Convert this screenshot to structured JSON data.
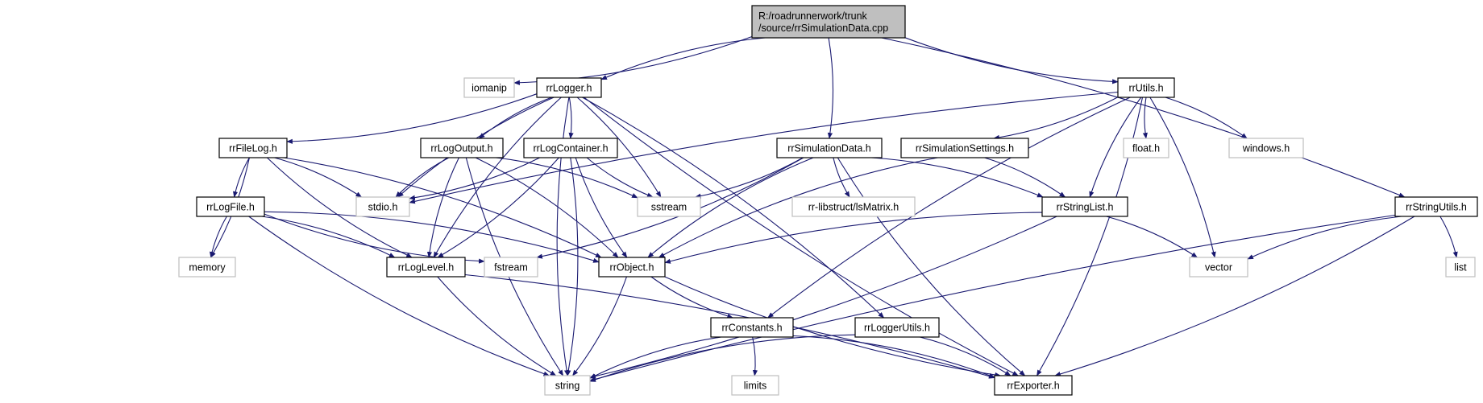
{
  "diagram": {
    "type": "include-dependency-graph",
    "edge_color": "#191970",
    "root_fill": "#bfbfbf",
    "node_border": "#000000",
    "system_border": "#bfbfbf",
    "nodes": [
      {
        "id": "root",
        "kind": "root",
        "lines": [
          "R:/roadrunnerwork/trunk",
          "/source/rrSimulationData.cpp"
        ]
      },
      {
        "id": "iomanip",
        "kind": "sys",
        "lines": [
          "iomanip"
        ]
      },
      {
        "id": "rrLogger",
        "kind": "proj",
        "lines": [
          "rrLogger.h"
        ]
      },
      {
        "id": "rrUtils",
        "kind": "proj",
        "lines": [
          "rrUtils.h"
        ]
      },
      {
        "id": "rrFileLog",
        "kind": "proj",
        "lines": [
          "rrFileLog.h"
        ]
      },
      {
        "id": "rrLogOutput",
        "kind": "proj",
        "lines": [
          "rrLogOutput.h"
        ]
      },
      {
        "id": "rrLogContainer",
        "kind": "proj",
        "lines": [
          "rrLogContainer.h"
        ]
      },
      {
        "id": "rrSimulationData",
        "kind": "proj",
        "lines": [
          "rrSimulationData.h"
        ]
      },
      {
        "id": "rrSimulationSettings",
        "kind": "proj",
        "lines": [
          "rrSimulationSettings.h"
        ]
      },
      {
        "id": "float",
        "kind": "sys",
        "lines": [
          "float.h"
        ]
      },
      {
        "id": "windows",
        "kind": "sys",
        "lines": [
          "windows.h"
        ]
      },
      {
        "id": "rrLogFile",
        "kind": "proj",
        "lines": [
          "rrLogFile.h"
        ]
      },
      {
        "id": "stdio",
        "kind": "sys",
        "lines": [
          "stdio.h"
        ]
      },
      {
        "id": "sstream",
        "kind": "sys",
        "lines": [
          "sstream"
        ]
      },
      {
        "id": "lsMatrix",
        "kind": "sys",
        "lines": [
          "rr-libstruct/lsMatrix.h"
        ]
      },
      {
        "id": "rrStringList",
        "kind": "proj",
        "lines": [
          "rrStringList.h"
        ]
      },
      {
        "id": "rrStringUtils",
        "kind": "proj",
        "lines": [
          "rrStringUtils.h"
        ]
      },
      {
        "id": "memory",
        "kind": "sys",
        "lines": [
          "memory"
        ]
      },
      {
        "id": "rrLogLevel",
        "kind": "proj",
        "lines": [
          "rrLogLevel.h"
        ]
      },
      {
        "id": "fstream",
        "kind": "sys",
        "lines": [
          "fstream"
        ]
      },
      {
        "id": "rrObject",
        "kind": "proj",
        "lines": [
          "rrObject.h"
        ]
      },
      {
        "id": "vector",
        "kind": "sys",
        "lines": [
          "vector"
        ]
      },
      {
        "id": "list",
        "kind": "sys",
        "lines": [
          "list"
        ]
      },
      {
        "id": "rrConstants",
        "kind": "proj",
        "lines": [
          "rrConstants.h"
        ]
      },
      {
        "id": "rrLoggerUtils",
        "kind": "proj",
        "lines": [
          "rrLoggerUtils.h"
        ]
      },
      {
        "id": "limits",
        "kind": "sys",
        "lines": [
          "limits"
        ]
      },
      {
        "id": "string",
        "kind": "sys",
        "lines": [
          "string"
        ]
      },
      {
        "id": "rrExporter",
        "kind": "proj",
        "lines": [
          "rrExporter.h"
        ]
      }
    ],
    "edges": [
      [
        "root",
        "iomanip"
      ],
      [
        "root",
        "rrLogger"
      ],
      [
        "root",
        "rrSimulationData"
      ],
      [
        "root",
        "rrUtils"
      ],
      [
        "root",
        "rrStringUtils"
      ],
      [
        "rrLogger",
        "string"
      ],
      [
        "rrLogger",
        "rrFileLog"
      ],
      [
        "rrLogger",
        "rrLogOutput"
      ],
      [
        "rrLogger",
        "rrLogContainer"
      ],
      [
        "rrLogger",
        "stdio"
      ],
      [
        "rrLogger",
        "sstream"
      ],
      [
        "rrLogger",
        "rrLogLevel"
      ],
      [
        "rrLogger",
        "rrLoggerUtils"
      ],
      [
        "rrLogger",
        "rrExporter"
      ],
      [
        "rrFileLog",
        "memory"
      ],
      [
        "rrFileLog",
        "rrLogFile"
      ],
      [
        "rrFileLog",
        "stdio"
      ],
      [
        "rrFileLog",
        "rrLogLevel"
      ],
      [
        "rrFileLog",
        "rrObject"
      ],
      [
        "rrLogOutput",
        "stdio"
      ],
      [
        "rrLogOutput",
        "sstream"
      ],
      [
        "rrLogOutput",
        "rrLogLevel"
      ],
      [
        "rrLogOutput",
        "rrObject"
      ],
      [
        "rrLogOutput",
        "string"
      ],
      [
        "rrLogContainer",
        "stdio"
      ],
      [
        "rrLogContainer",
        "sstream"
      ],
      [
        "rrLogContainer",
        "rrLogLevel"
      ],
      [
        "rrLogContainer",
        "rrObject"
      ],
      [
        "rrLogContainer",
        "string"
      ],
      [
        "rrLogFile",
        "memory"
      ],
      [
        "rrLogFile",
        "rrLogLevel"
      ],
      [
        "rrLogFile",
        "fstream"
      ],
      [
        "rrLogFile",
        "rrObject"
      ],
      [
        "rrLogFile",
        "string"
      ],
      [
        "rrSimulationData",
        "sstream"
      ],
      [
        "rrSimulationData",
        "lsMatrix"
      ],
      [
        "rrSimulationData",
        "rrStringList"
      ],
      [
        "rrSimulationData",
        "rrObject"
      ],
      [
        "rrSimulationData",
        "fstream"
      ],
      [
        "rrSimulationData",
        "rrExporter"
      ],
      [
        "rrUtils",
        "rrSimulationSettings"
      ],
      [
        "rrUtils",
        "float"
      ],
      [
        "rrUtils",
        "windows"
      ],
      [
        "rrUtils",
        "rrStringList"
      ],
      [
        "rrUtils",
        "vector"
      ],
      [
        "rrUtils",
        "rrConstants"
      ],
      [
        "rrUtils",
        "rrExporter"
      ],
      [
        "rrUtils",
        "stdio"
      ],
      [
        "rrSimulationSettings",
        "rrStringList"
      ],
      [
        "rrSimulationSettings",
        "rrObject"
      ],
      [
        "rrStringList",
        "vector"
      ],
      [
        "rrStringList",
        "rrObject"
      ],
      [
        "rrStringList",
        "string"
      ],
      [
        "rrStringUtils",
        "vector"
      ],
      [
        "rrStringUtils",
        "list"
      ],
      [
        "rrStringUtils",
        "string"
      ],
      [
        "rrStringUtils",
        "rrExporter"
      ],
      [
        "rrLogLevel",
        "string"
      ],
      [
        "rrLogLevel",
        "rrExporter"
      ],
      [
        "rrObject",
        "rrConstants"
      ],
      [
        "rrObject",
        "string"
      ],
      [
        "rrObject",
        "rrExporter"
      ],
      [
        "rrConstants",
        "limits"
      ],
      [
        "rrConstants",
        "string"
      ],
      [
        "rrConstants",
        "rrExporter"
      ],
      [
        "rrLoggerUtils",
        "string"
      ],
      [
        "rrLoggerUtils",
        "rrExporter"
      ]
    ]
  }
}
